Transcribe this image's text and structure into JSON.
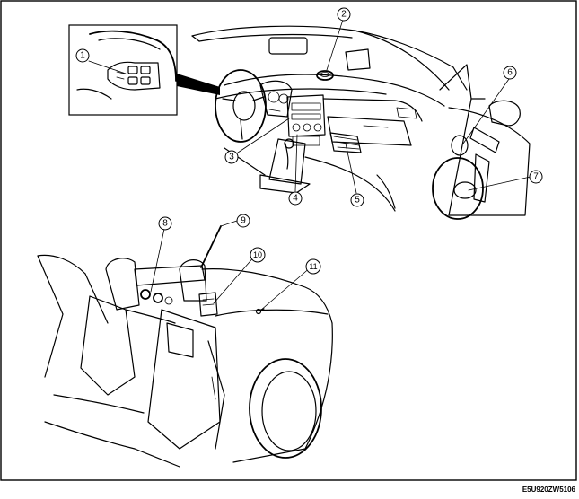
{
  "callouts": [
    "1",
    "2",
    "3",
    "4",
    "5",
    "6",
    "7",
    "8",
    "9",
    "10",
    "11"
  ],
  "figure_code": "E5U920ZW5106"
}
